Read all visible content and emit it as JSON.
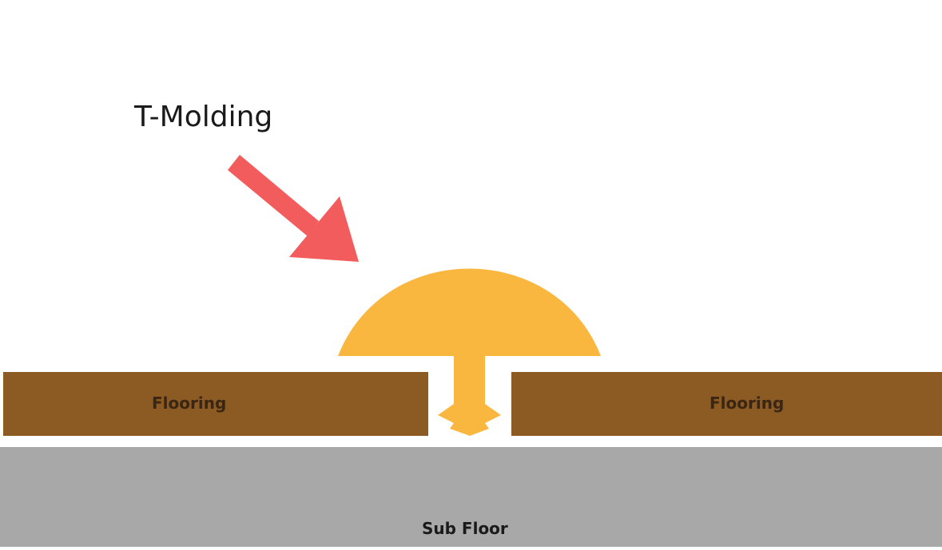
{
  "diagram": {
    "title": "T-Molding",
    "left_board_label": "Flooring",
    "right_board_label": "Flooring",
    "subfloor_label": "Sub Floor"
  },
  "colors": {
    "flooring": "#8c5a23",
    "subfloor": "#a8a8a8",
    "molding": "#f9b740",
    "arrow": "#f25c5c"
  }
}
